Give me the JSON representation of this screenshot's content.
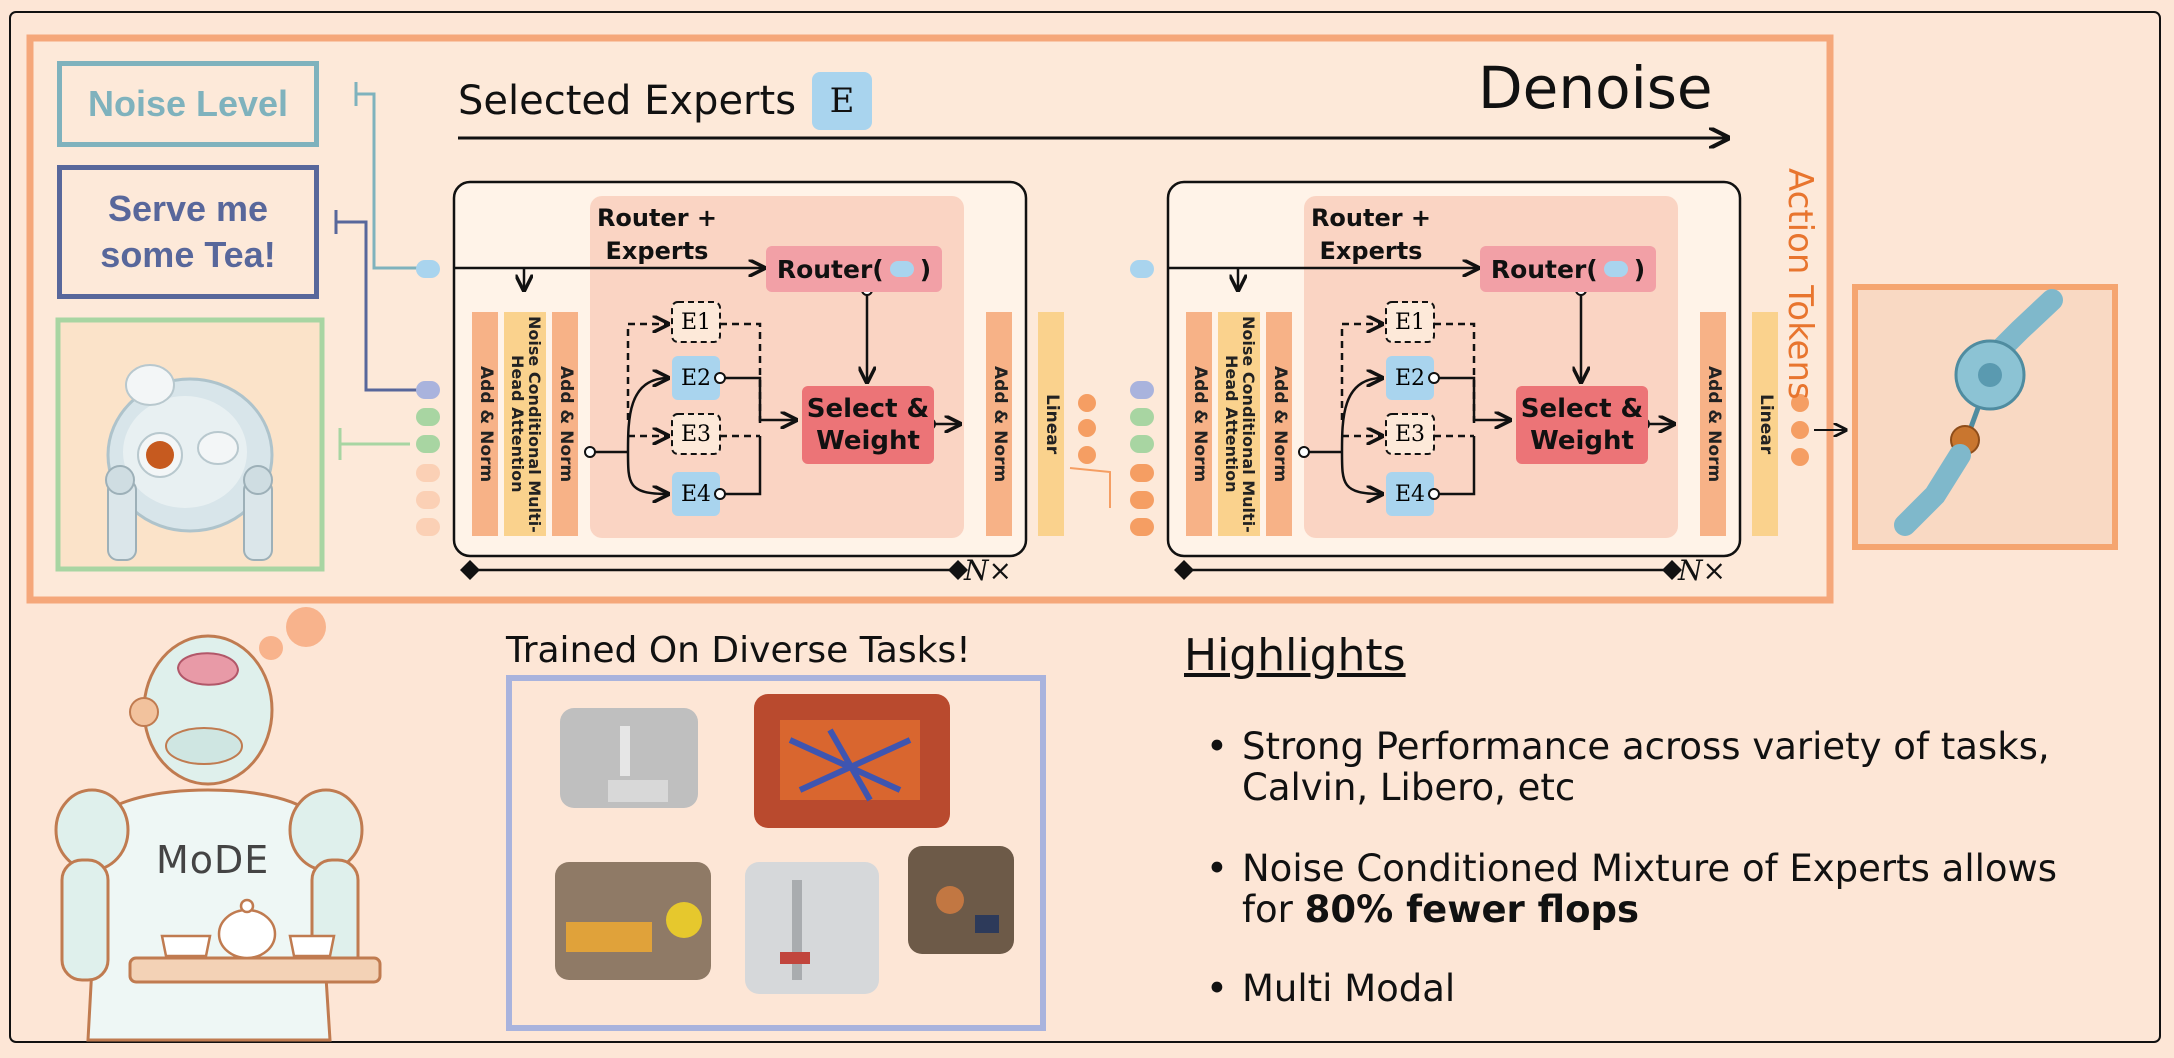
{
  "top_panel": {
    "noise_level": "Noise Level",
    "instruction": "Serve me some Tea!",
    "selected_experts_label": "Selected Experts",
    "expert_glyph": "E",
    "denoise_label": "Denoise",
    "action_tokens_label": "Action Tokens",
    "blocks": [
      {
        "router_experts_label": "Router + Experts",
        "router_label": "Router(",
        "router_close": ")",
        "select_weight_label": "Select & Weight",
        "experts": [
          "E1",
          "E2",
          "E3",
          "E4"
        ],
        "add_norm_label": "Add & Norm",
        "attention_label": "Noise Conditional Multi-Head Attention",
        "linear_label": "Linear",
        "repeat_label": "N×"
      },
      {
        "router_experts_label": "Router + Experts",
        "router_label": "Router(",
        "router_close": ")",
        "select_weight_label": "Select & Weight",
        "experts": [
          "E1",
          "E2",
          "E3",
          "E4"
        ],
        "add_norm_label": "Add & Norm",
        "attention_label": "Noise Conditional Multi-Head Attention",
        "linear_label": "Linear",
        "repeat_label": "N×"
      }
    ]
  },
  "robot": {
    "shirt_text": "MoDE"
  },
  "tasks": {
    "title": "Trained On Diverse Tasks!"
  },
  "highlights": {
    "title": "Highlights",
    "items": [
      {
        "text": "Strong Performance across variety of tasks, Calvin, Libero, etc",
        "bold": ""
      },
      {
        "text": "Noise Conditioned Mixture of Experts allows for ",
        "bold": "80% fewer flops"
      },
      {
        "text": "Multi Modal",
        "bold": ""
      }
    ]
  },
  "colors": {
    "background": "#fde6d6",
    "top_frame": "#f5a77a",
    "noise_box": "#7fb2bd",
    "instruction_box": "#58679b",
    "image_box": "#a8d5a2",
    "router_area": "#fad4c3",
    "router_box": "#f2a0a6",
    "select_box": "#ec7477",
    "expert": "#a9d4ee",
    "add_norm": "#f7b287",
    "attention": "#fad28d",
    "linear": "#fad28d",
    "action_token": "#f59e63",
    "output_box": "#f5a570",
    "tasks_box": "#a9b3dd"
  }
}
